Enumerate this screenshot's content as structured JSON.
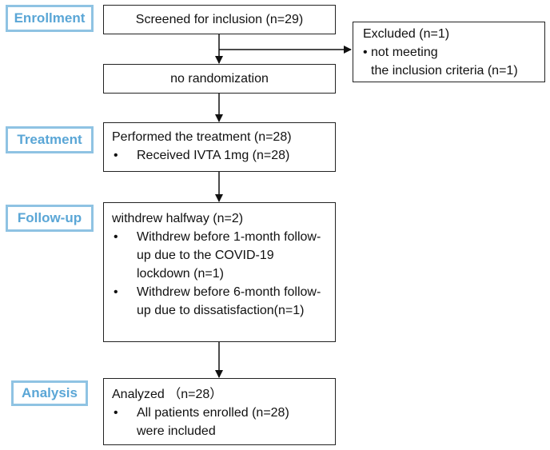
{
  "stages": [
    {
      "id": "enrollment",
      "label": "Enrollment"
    },
    {
      "id": "treatment",
      "label": "Treatment"
    },
    {
      "id": "followup",
      "label": "Follow-up"
    },
    {
      "id": "analysis",
      "label": "Analysis"
    }
  ],
  "screened": {
    "text": "Screened for inclusion (n=29)"
  },
  "excluded": {
    "title": "Excluded (n=1)",
    "bullet": "•",
    "line1": "not meeting",
    "line2": "the inclusion criteria (n=1)"
  },
  "randomization": {
    "text": "no randomization"
  },
  "treatment": {
    "title": "Performed the treatment (n=28)",
    "items": [
      "Received IVTA 1mg (n=28)"
    ]
  },
  "followup": {
    "title": "withdrew halfway (n=2)",
    "items": [
      "Withdrew before 1-month follow-up due to the COVID-19 lockdown  (n=1)",
      "Withdrew before 6-month follow-up due to dissatisfaction(n=1)"
    ]
  },
  "analysis": {
    "title": "Analyzed （n=28）",
    "items": [
      "All patients enrolled (n=28) were included"
    ]
  },
  "bullet_symbol": "•"
}
